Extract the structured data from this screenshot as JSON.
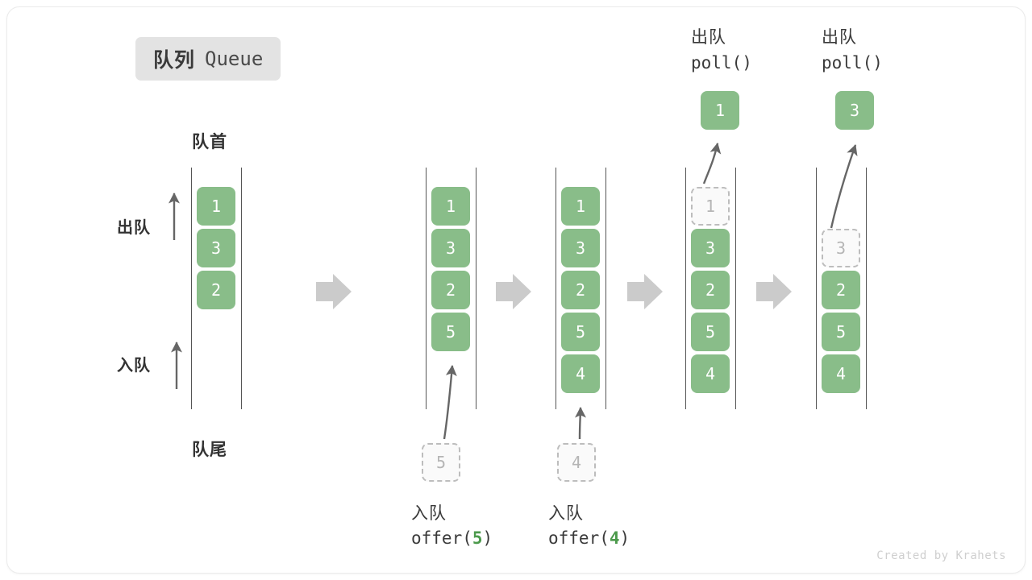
{
  "title": {
    "cn": "队列",
    "en": "Queue"
  },
  "labels": {
    "head": "队首",
    "tail": "队尾",
    "dequeue_side": "出队",
    "enqueue_side": "入队"
  },
  "colors": {
    "element_green": "#89bd89",
    "ghost_fill": "#fafafa",
    "ghost_border": "#bdbdbd",
    "rail": "#555555",
    "flow_arrow": "#cccccc",
    "badge_bg": "#e3e3e3",
    "text_dark": "#333333"
  },
  "columns": [
    {
      "name": "initial-queue",
      "items": [
        {
          "value": "1",
          "state": "filled"
        },
        {
          "value": "3",
          "state": "filled"
        },
        {
          "value": "2",
          "state": "filled"
        }
      ]
    },
    {
      "name": "after-offer-5",
      "items": [
        {
          "value": "1",
          "state": "filled"
        },
        {
          "value": "3",
          "state": "filled"
        },
        {
          "value": "2",
          "state": "filled"
        },
        {
          "value": "5",
          "state": "filled"
        }
      ],
      "incoming": {
        "value": "5",
        "state": "ghost"
      },
      "caption": {
        "cn": "入队",
        "code_prefix": "offer(",
        "code_value": "5",
        "code_suffix": ")"
      }
    },
    {
      "name": "after-offer-4",
      "items": [
        {
          "value": "1",
          "state": "filled"
        },
        {
          "value": "3",
          "state": "filled"
        },
        {
          "value": "2",
          "state": "filled"
        },
        {
          "value": "5",
          "state": "filled"
        },
        {
          "value": "4",
          "state": "filled"
        }
      ],
      "incoming": {
        "value": "4",
        "state": "ghost"
      },
      "caption": {
        "cn": "入队",
        "code_prefix": "offer(",
        "code_value": "4",
        "code_suffix": ")"
      }
    },
    {
      "name": "after-poll-1",
      "items": [
        {
          "value": "1",
          "state": "ghost"
        },
        {
          "value": "3",
          "state": "filled"
        },
        {
          "value": "2",
          "state": "filled"
        },
        {
          "value": "5",
          "state": "filled"
        },
        {
          "value": "4",
          "state": "filled"
        }
      ],
      "popped": {
        "value": "1",
        "state": "filled"
      },
      "caption": {
        "cn": "出队",
        "code": "poll()"
      }
    },
    {
      "name": "after-poll-3",
      "items": [
        {
          "value": "",
          "state": "empty"
        },
        {
          "value": "3",
          "state": "ghost"
        },
        {
          "value": "2",
          "state": "filled"
        },
        {
          "value": "5",
          "state": "filled"
        },
        {
          "value": "4",
          "state": "filled"
        }
      ],
      "popped": {
        "value": "3",
        "state": "filled"
      },
      "caption": {
        "cn": "出队",
        "code": "poll()"
      }
    }
  ],
  "footer": "Created by Krahets"
}
